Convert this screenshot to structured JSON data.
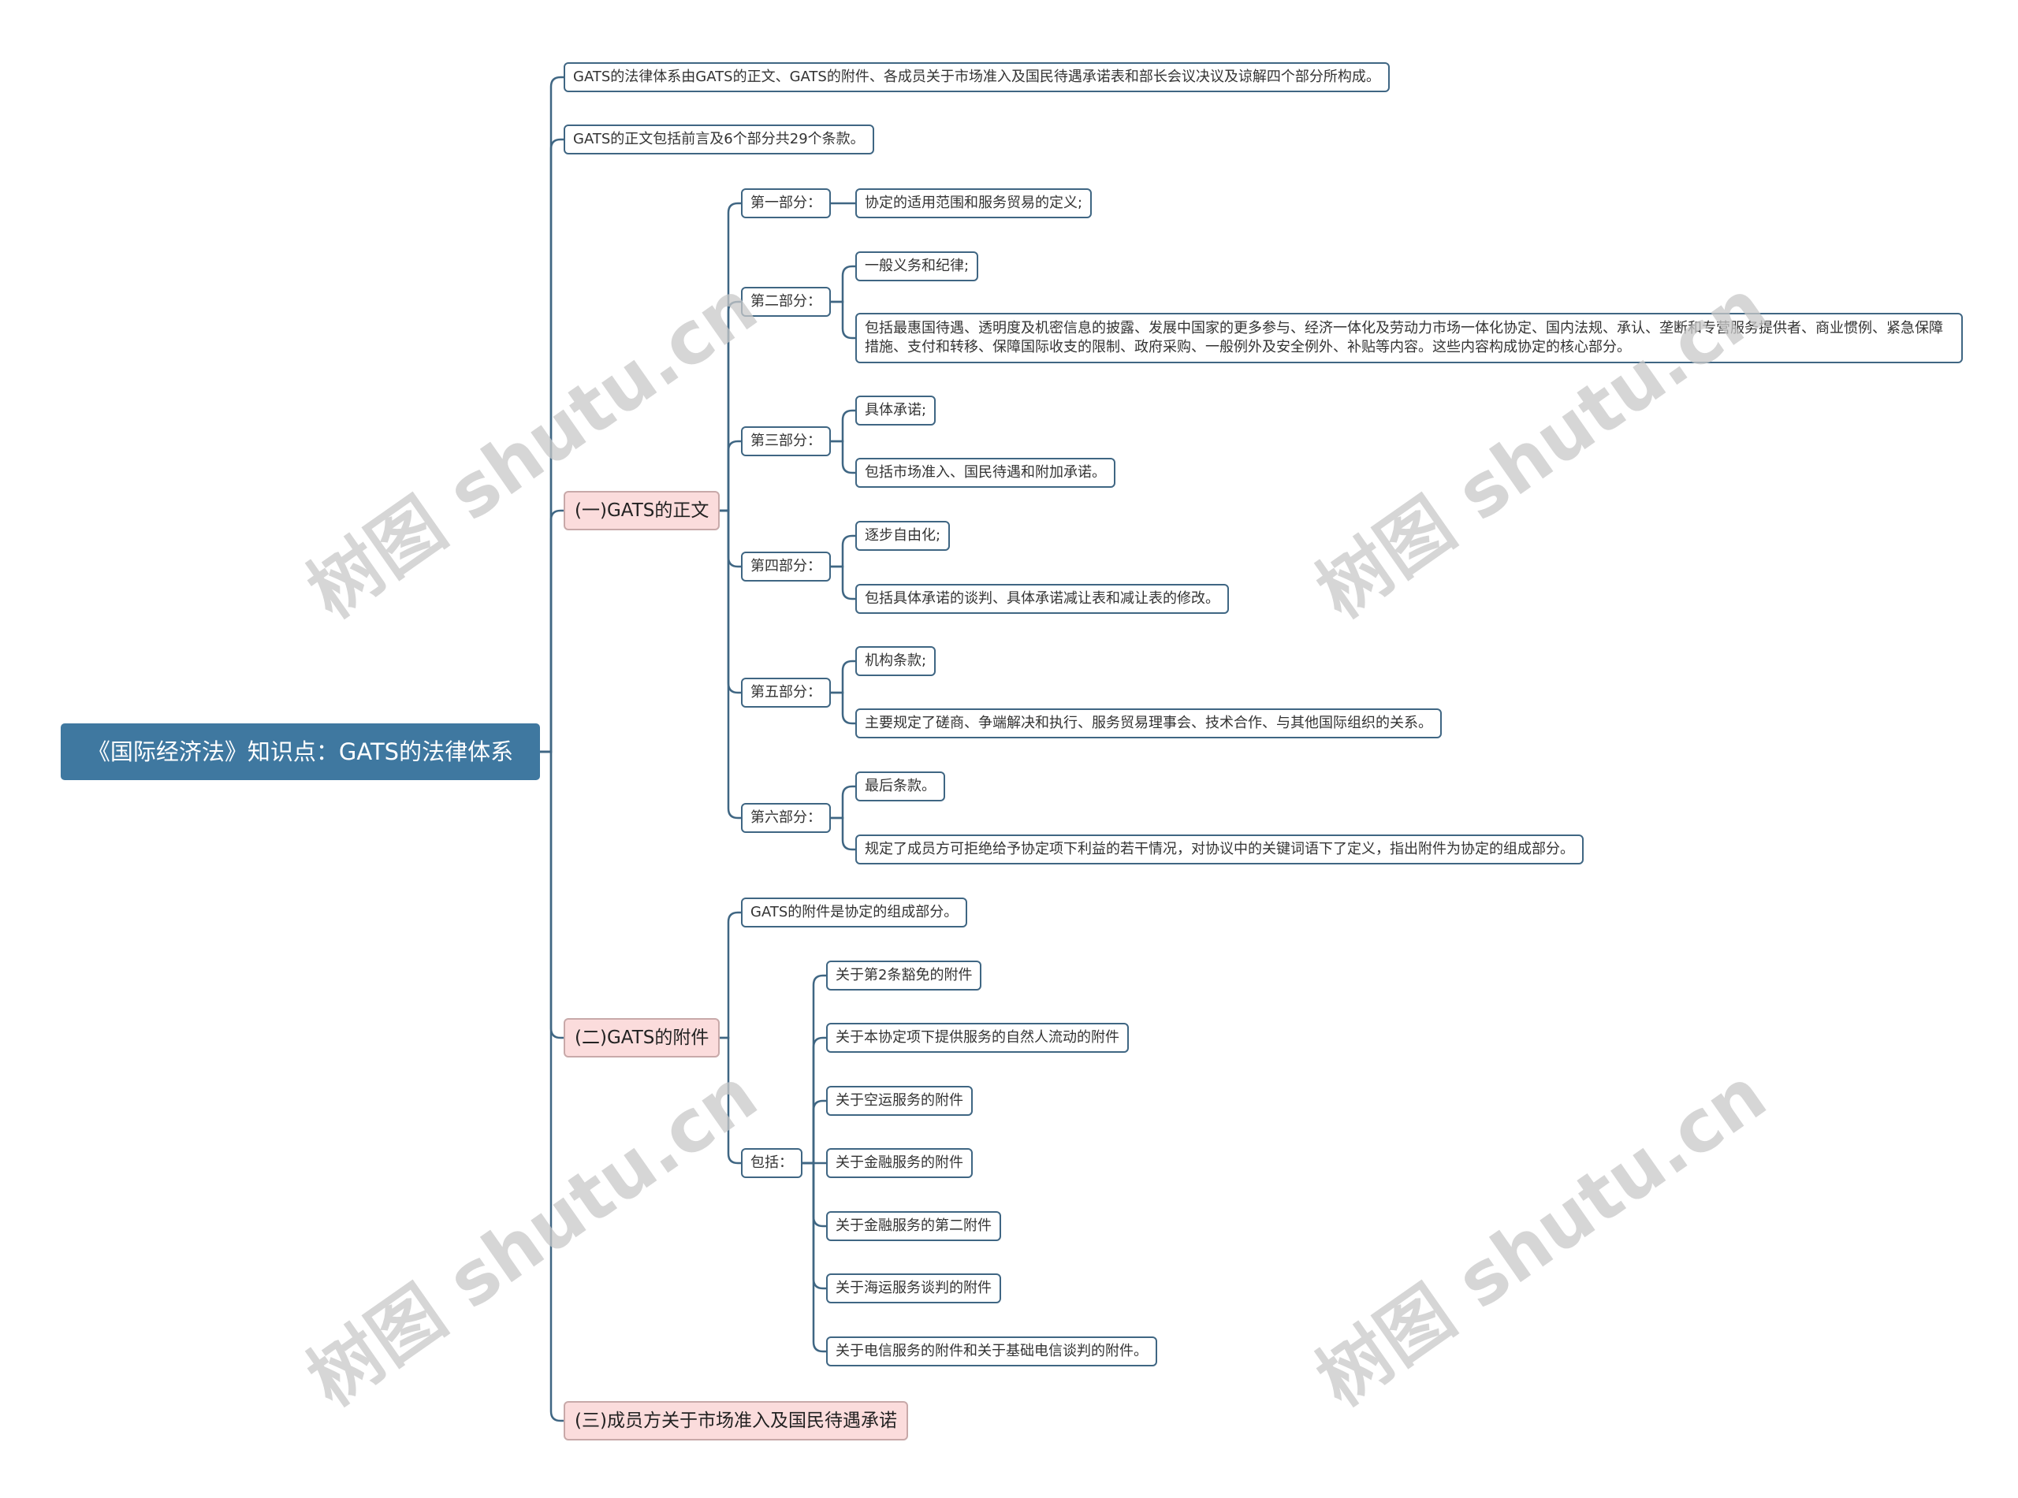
{
  "root": {
    "title": "《国际经济法》知识点：GATS的法律体系"
  },
  "top_notes": [
    "GATS的法律体系由GATS的正文、GATS的附件、各成员关于市场准入及国民待遇承诺表和部长会议决议及谅解四个部分所构成。",
    "GATS的正文包括前言及6个部分共29个条款。"
  ],
  "branch1": {
    "label": "(一)GATS的正文",
    "parts": [
      {
        "label": "第一部分：",
        "items": [
          "协定的适用范围和服务贸易的定义;"
        ]
      },
      {
        "label": "第二部分：",
        "items": [
          "一般义务和纪律;",
          "包括最惠国待遇、透明度及机密信息的披露、发展中国家的更多参与、经济一体化及劳动力市场一体化协定、国内法规、承认、垄断和专营服务提供者、商业惯例、紧急保障措施、支付和转移、保障国际收支的限制、政府采购、一般例外及安全例外、补贴等内容。这些内容构成协定的核心部分。"
        ]
      },
      {
        "label": "第三部分：",
        "items": [
          "具体承诺;",
          "包括市场准入、国民待遇和附加承诺。"
        ]
      },
      {
        "label": "第四部分：",
        "items": [
          "逐步自由化;",
          "包括具体承诺的谈判、具体承诺减让表和减让表的修改。"
        ]
      },
      {
        "label": "第五部分：",
        "items": [
          "机构条款;",
          "主要规定了磋商、争端解决和执行、服务贸易理事会、技术合作、与其他国际组织的关系。"
        ]
      },
      {
        "label": "第六部分：",
        "items": [
          "最后条款。",
          "规定了成员方可拒绝给予协定项下利益的若干情况，对协议中的关键词语下了定义，指出附件为协定的组成部分。"
        ]
      }
    ]
  },
  "branch2": {
    "label": "(二)GATS的附件",
    "note": "GATS的附件是协定的组成部分。",
    "includes_label": "包括：",
    "includes": [
      "关于第2条豁免的附件",
      "关于本协定项下提供服务的自然人流动的附件",
      "关于空运服务的附件",
      "关于金融服务的附件",
      "关于金融服务的第二附件",
      "关于海运服务谈判的附件",
      "关于电信服务的附件和关于基础电信谈判的附件。"
    ]
  },
  "branch3": {
    "label": "(三)成员方关于市场准入及国民待遇承诺"
  },
  "watermark": "树图 shutu.cn",
  "colors": {
    "root": "#3f78a0",
    "branch_fill": "#fbdcdc",
    "leaf_border": "#3f6683",
    "line": "#3f6683"
  }
}
